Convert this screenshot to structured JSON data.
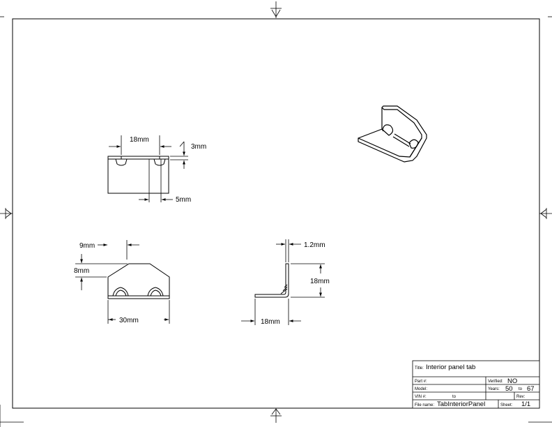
{
  "drawing": {
    "top_view": {
      "dim_spacing": "18mm",
      "dim_notch_depth": "3mm",
      "dim_notch_width": "5mm"
    },
    "front_view": {
      "dim_chamfer_width": "9mm",
      "dim_chamfer_height": "8mm",
      "dim_overall_width": "30mm"
    },
    "side_view": {
      "dim_thickness": "1.2mm",
      "dim_height": "18mm",
      "dim_leg": "18mm"
    }
  },
  "title_block": {
    "title_label": "Title:",
    "title_value": "Interior panel tab",
    "part_label": "Part #:",
    "part_value": "",
    "verified_label": "Verified:",
    "verified_value": "NO",
    "model_label": "Model:",
    "model_value": "",
    "years_label": "Years:",
    "years_from": "50",
    "years_to_label": "to",
    "years_to": "67",
    "vin_label": "VIN #:",
    "vin_to_label": "to",
    "rev_label": "Rev:",
    "rev_value": "",
    "filename_label": "File name:",
    "filename_value": "TabInteriorPanel",
    "sheet_label": "Sheet:",
    "sheet_value": "1/1"
  }
}
